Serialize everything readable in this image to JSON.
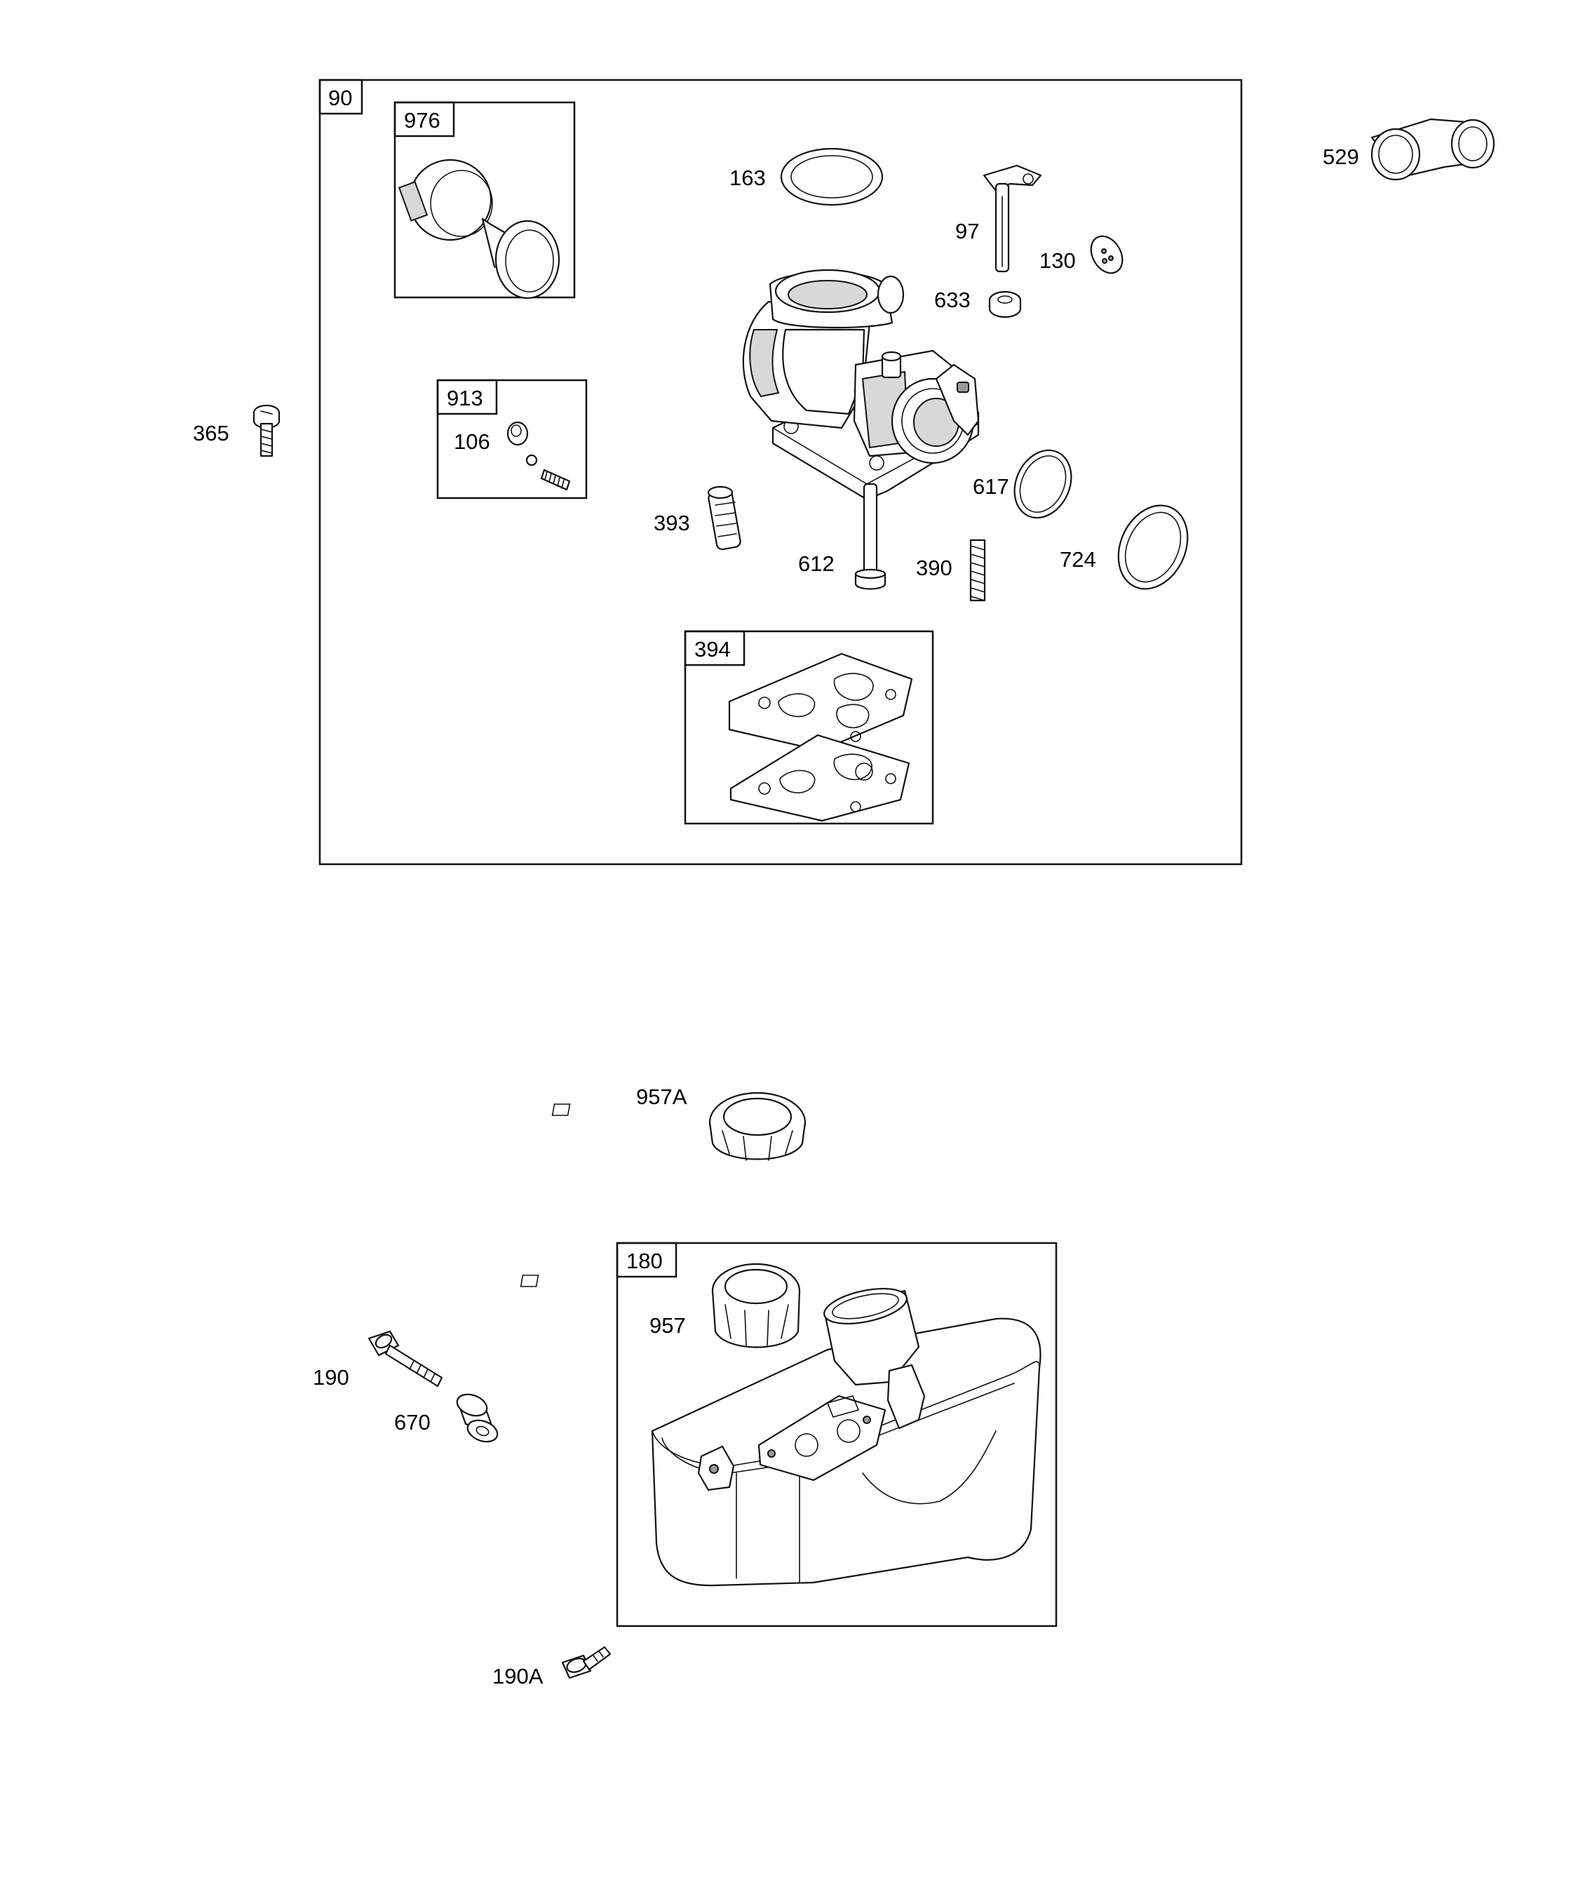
{
  "callouts": {
    "p90": "90",
    "p976": "976",
    "p163": "163",
    "p529": "529",
    "p97": "97",
    "p130": "130",
    "p633": "633",
    "p913": "913",
    "p106": "106",
    "p365": "365",
    "p617": "617",
    "p393": "393",
    "p612": "612",
    "p390": "390",
    "p724": "724",
    "p394": "394",
    "p957A": "957A",
    "p180": "180",
    "p957": "957",
    "p190": "190",
    "p670": "670",
    "p190A": "190A"
  }
}
